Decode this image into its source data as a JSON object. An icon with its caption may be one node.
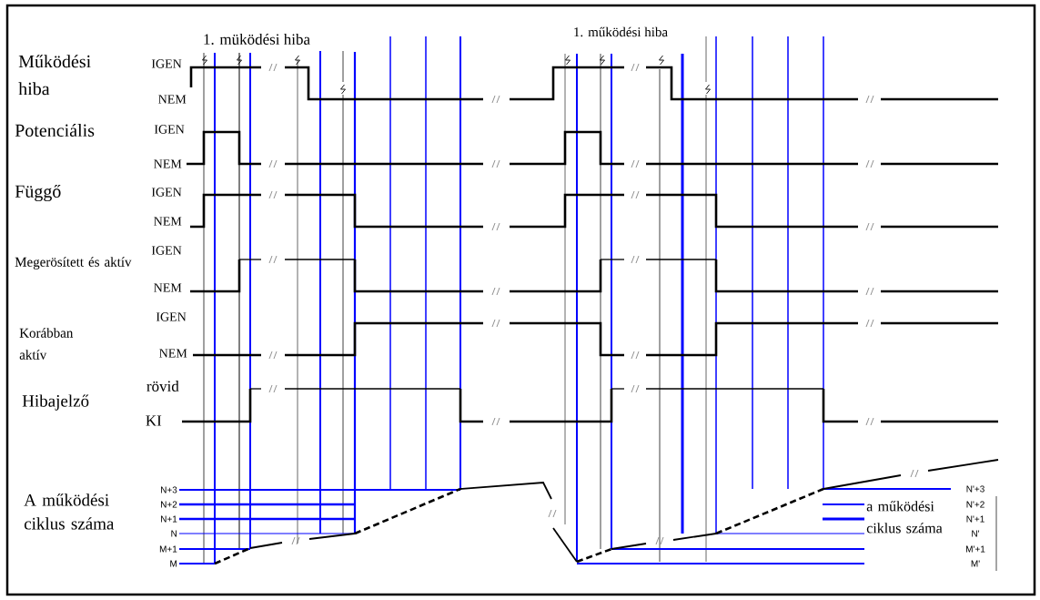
{
  "diagram": {
    "labels": [
      "1. müködési hiba",
      "1. működési hiba",
      "Működési hiba",
      "IGEN",
      "NEM",
      "Potenciális",
      "IGEN",
      "NEM",
      "Függő",
      "IGEN",
      "NEM",
      "Megerösített és aktív",
      "IGEN",
      "NEM",
      "Korábban aktív",
      "IGEN",
      "NEM",
      "Hibajelző",
      "rövid",
      "KI",
      "A működési ciklus száma",
      "N+3",
      "N+2",
      "N+1",
      "N",
      "M+1",
      "M",
      "a működési ciklus száma",
      "N'+3",
      "N'+2",
      "N'+1",
      "N'",
      "M'+1",
      "M'"
    ]
  }
}
